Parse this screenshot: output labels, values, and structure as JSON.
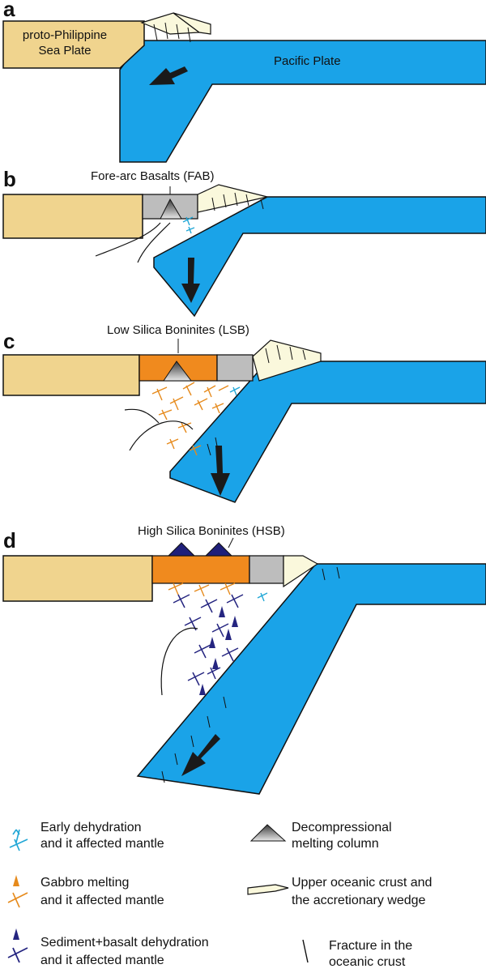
{
  "panels": [
    {
      "id": "a",
      "letter": "a",
      "labels": [
        "proto-Philippine",
        "Sea Plate",
        "Pacific Plate"
      ]
    },
    {
      "id": "b",
      "letter": "b",
      "labels": [
        "Fore-arc Basalts (FAB)"
      ]
    },
    {
      "id": "c",
      "letter": "c",
      "labels": [
        "Low Silica Boninites (LSB)"
      ]
    },
    {
      "id": "d",
      "letter": "d",
      "labels": [
        "High Silica Boninites (HSB)"
      ]
    }
  ],
  "legend": [
    {
      "id": "early-dehydration",
      "lines": [
        "Early dehydration",
        "and it affected mantle"
      ]
    },
    {
      "id": "decompressional-melting",
      "lines": [
        "Decompressional",
        "melting  column"
      ]
    },
    {
      "id": "gabbro-melting",
      "lines": [
        "Gabbro melting",
        "and it affected mantle"
      ]
    },
    {
      "id": "upper-crust-wedge",
      "lines": [
        "Upper oceanic crust and",
        "the accretionary wedge"
      ]
    },
    {
      "id": "sediment-basalt",
      "lines": [
        "Sediment+basalt dehydration",
        "and it affected mantle"
      ]
    },
    {
      "id": "fracture",
      "lines": [
        "Fracture in the",
        "oceanic crust"
      ]
    }
  ],
  "colors": {
    "ppsp": "#F0D48E",
    "pacific": "#1AA3E8",
    "fab": "#BDBDBD",
    "lsb": "#F08A1E",
    "hsb": "#1F1F7A",
    "wedge": "#FAF8DC",
    "early_symbol": "#22A7D6",
    "gabbro_symbol": "#E68A1C",
    "sediment_symbol": "#252580",
    "arrow": "#1a1a1a",
    "outline": "#111111"
  },
  "icons": {
    "motion_arrow": "arrow-icon",
    "melting_column": "triangle-icon",
    "fracture": "tick-icon",
    "early_symbol": "cross-arrow-icon"
  }
}
